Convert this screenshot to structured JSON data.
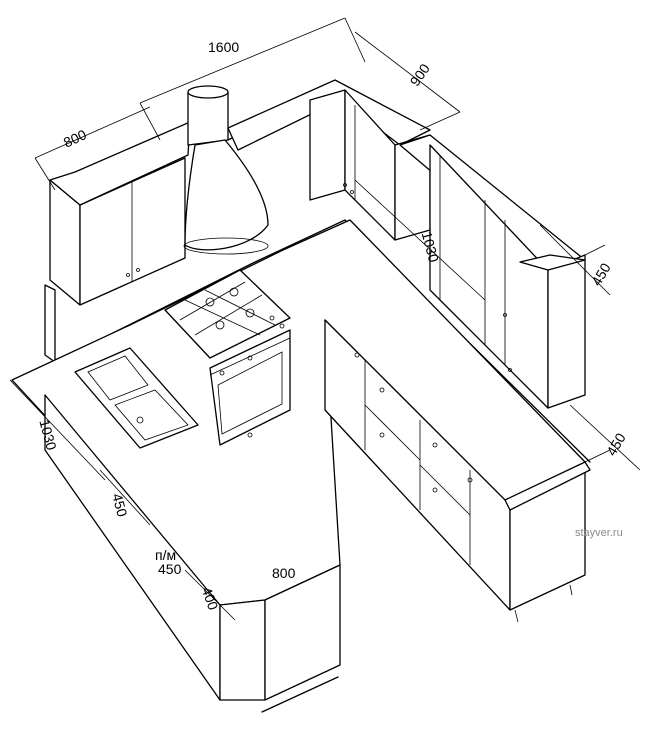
{
  "dimensions": {
    "top_length": "1600",
    "top_left_width": "800",
    "top_right_depth": "900",
    "right_wall_length": "1030",
    "right_upper_depth": "450",
    "right_base_depth": "450",
    "left_wall_length": "1030",
    "peninsula_depth": "450",
    "peninsula_note": "п/м",
    "peninsula_note_value": "450",
    "peninsula_end_depth": "400",
    "peninsula_end_width": "800"
  },
  "watermark": "stayver.ru"
}
